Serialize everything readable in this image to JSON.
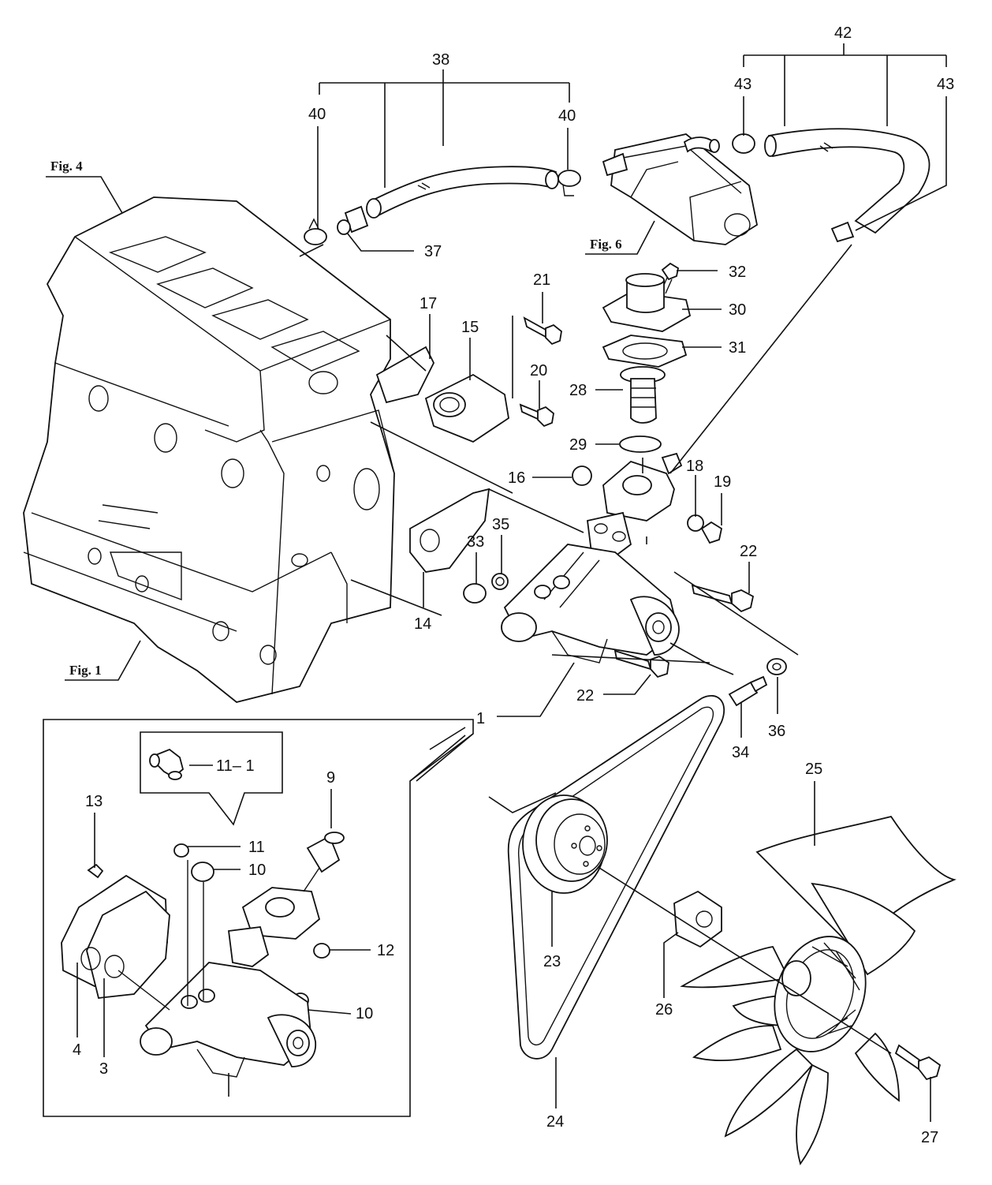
{
  "figure_refs": {
    "fig4": "Fig. 4",
    "fig1": "Fig. 1",
    "fig6": "Fig. 6"
  },
  "callouts": {
    "p1": "1",
    "p3": "3",
    "p4": "4",
    "p9": "9",
    "p10a": "10",
    "p10b": "10",
    "p11": "11",
    "p11_1": "11– 1",
    "p12": "12",
    "p13": "13",
    "p14": "14",
    "p15": "15",
    "p16": "16",
    "p17": "17",
    "p18": "18",
    "p19": "19",
    "p20": "20",
    "p21": "21",
    "p22a": "22",
    "p22b": "22",
    "p23": "23",
    "p24": "24",
    "p25": "25",
    "p26": "26",
    "p27": "27",
    "p28": "28",
    "p29": "29",
    "p30": "30",
    "p31": "31",
    "p32": "32",
    "p33": "33",
    "p34": "34",
    "p35": "35",
    "p36": "36",
    "p37": "37",
    "p38": "38",
    "p40a": "40",
    "p40b": "40",
    "p42": "42",
    "p43a": "43",
    "p43b": "43"
  }
}
